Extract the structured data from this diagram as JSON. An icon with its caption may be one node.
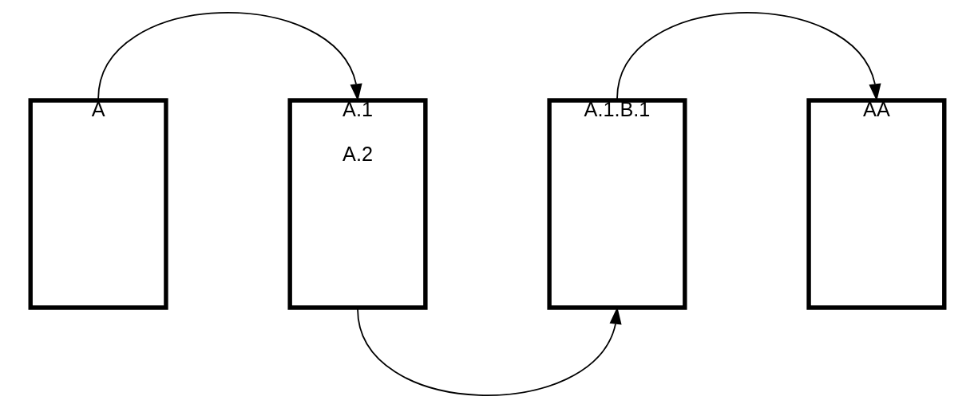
{
  "diagram": {
    "nodes": [
      {
        "text": [
          "A"
        ]
      },
      {
        "text": [
          "A.1",
          "A.2"
        ]
      },
      {
        "text": [
          "A.1.B.1"
        ]
      },
      {
        "text": [
          "AA"
        ]
      }
    ],
    "edges": [
      {
        "from": 0,
        "to": 1,
        "arrow": "to"
      },
      {
        "from": 1,
        "to": 2,
        "arrow": "to"
      },
      {
        "from": 2,
        "to": 3,
        "arrow": "to"
      }
    ]
  }
}
